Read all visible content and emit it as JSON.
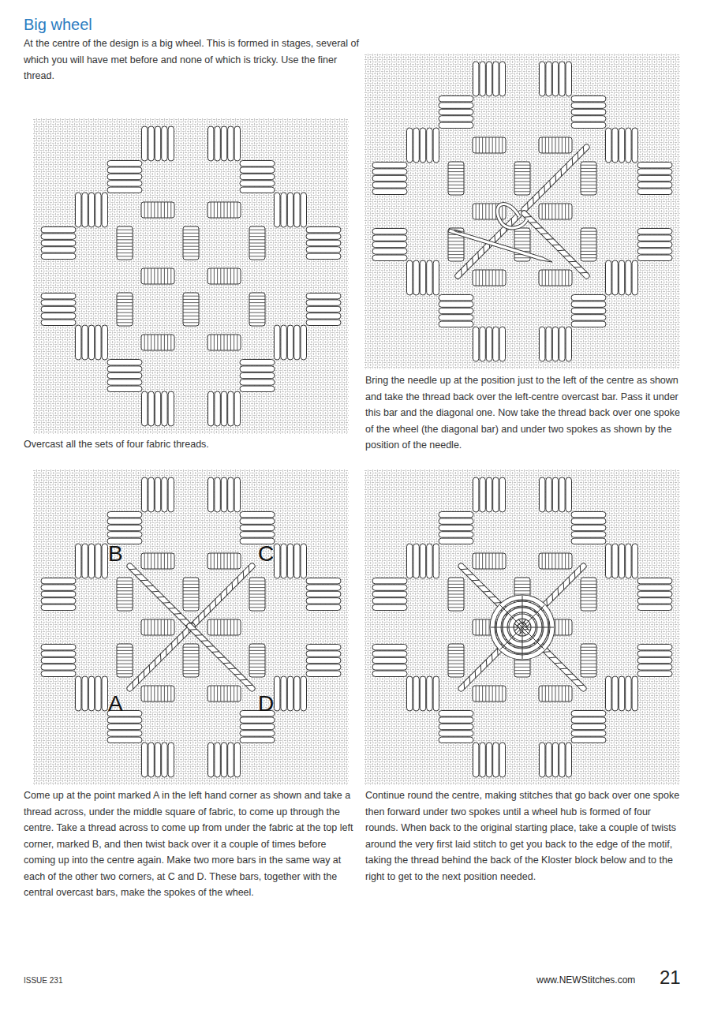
{
  "diagram": {
    "title": "Big wheel",
    "labels": [
      "At the centre of the design is a big wheel. This is formed in stages, several of which you will have met before and none of which is tricky. Use the finer thread.",
      "Overcast all the sets of four fabric threads.",
      "Bring the needle up at the position just to the left of the centre as shown and take the thread back over the left-centre overcast bar. Pass it under this bar and the diagonal one. Now take the thread back over one spoke of the wheel (the diagonal bar) and under two spokes as shown by the position of the needle.",
      "B",
      "C",
      "A",
      "D",
      "Come up at the point marked A in the left hand corner as shown and take a thread across, under the middle square of fabric, to come up through the centre. Take a thread across to come up from under the fabric at the top left corner, marked B, and then twist back over it a couple of times before coming up into the centre again. Make two more bars in the same way at each of the other two corners, at C and D. These bars, together with the central overcast bars, make the spokes of the wheel.",
      "Continue round the centre, making stitches that go back over one spoke then forward under two spokes until a wheel hub is formed of four rounds. When back to the original starting place, take a couple of twists around the very first laid stitch to get you back to the edge of the motif, taking the thread behind the back of the Kloster block below and to the right to get to the next position needed.",
      "ISSUE 231",
      "www.NEWStitches.com",
      "21"
    ]
  }
}
